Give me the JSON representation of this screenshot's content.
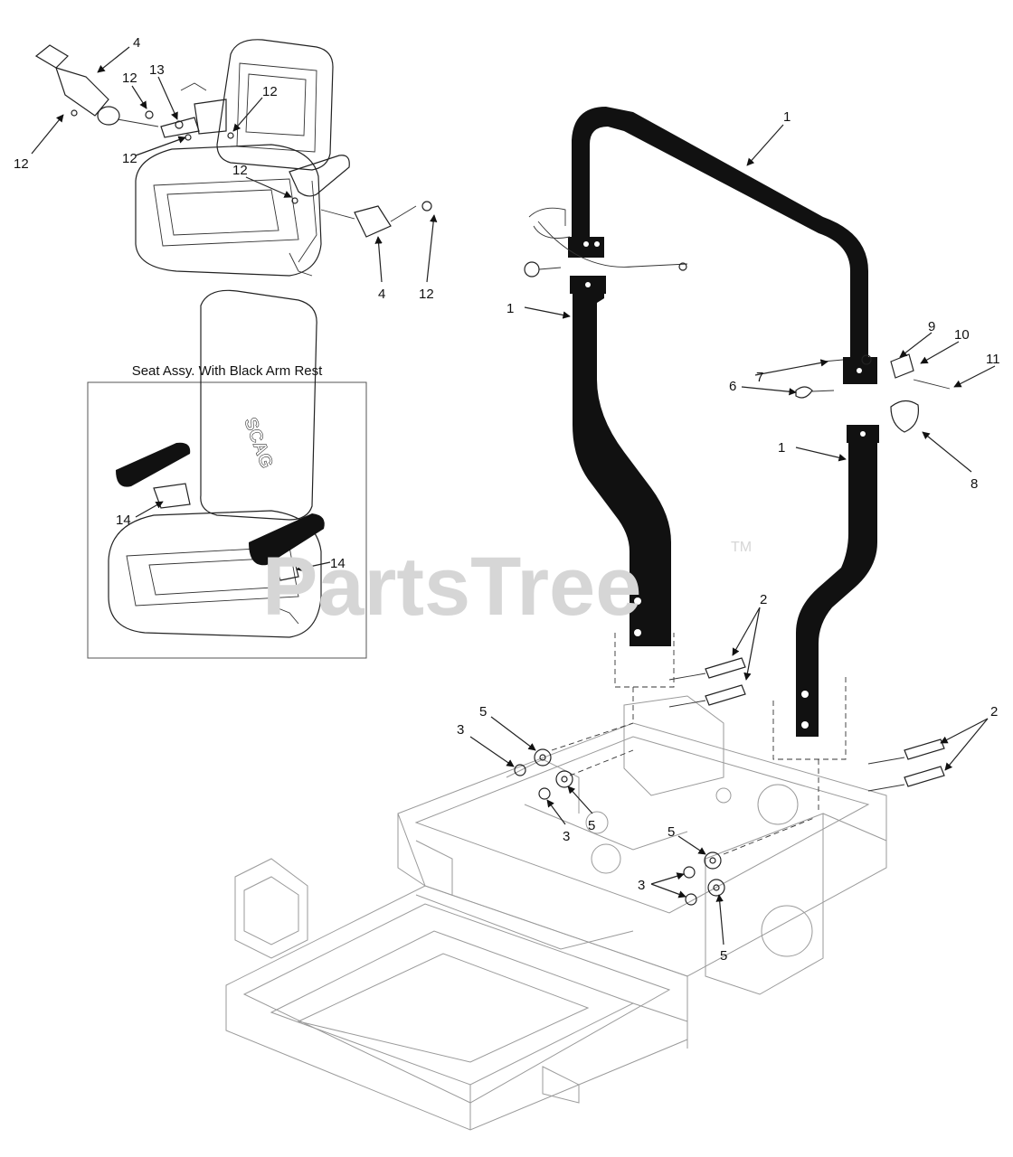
{
  "inset": {
    "title": "Seat Assy. With Black Arm Rest",
    "brand": "SCAG"
  },
  "watermark": {
    "text": "PartsTree",
    "trademark": "TM"
  },
  "callouts": {
    "c1a": "1",
    "c1b": "1",
    "c1c": "1",
    "c2a": "2",
    "c2b": "2",
    "c3a": "3",
    "c3b": "3",
    "c3c": "3",
    "c4a": "4",
    "c4b": "4",
    "c5a": "5",
    "c5b": "5",
    "c5c": "5",
    "c5d": "5",
    "c6": "6",
    "c7": "7",
    "c8": "8",
    "c9": "9",
    "c10": "10",
    "c11": "11",
    "c12a": "12",
    "c12b": "12",
    "c12c": "12",
    "c12d": "12",
    "c12e": "12",
    "c12f": "12",
    "c13": "13",
    "c14a": "14",
    "c14b": "14"
  },
  "colors": {
    "tube": "#111111",
    "frame_lines": "#555555",
    "watermark": "#d6d6d6"
  }
}
